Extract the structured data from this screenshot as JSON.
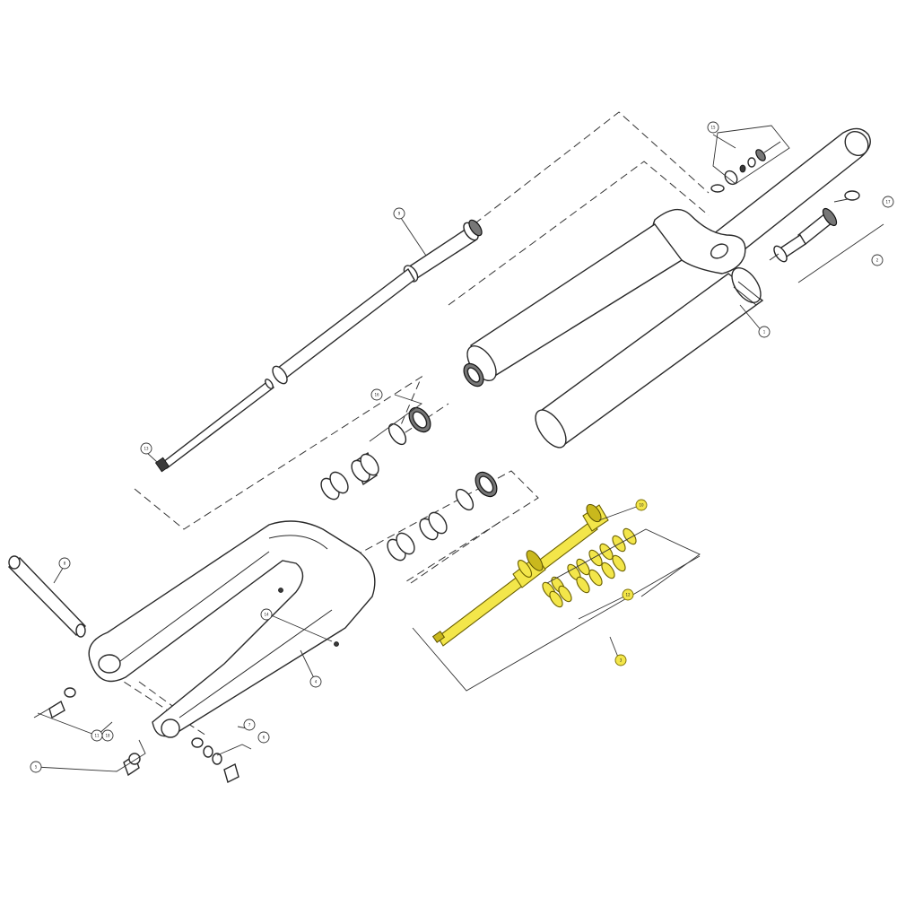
{
  "diagram": {
    "callouts": [
      {
        "id": "c1",
        "label": "1"
      },
      {
        "id": "c2",
        "label": "2"
      },
      {
        "id": "c3",
        "label": "3"
      },
      {
        "id": "c4",
        "label": "4"
      },
      {
        "id": "c5",
        "label": "5"
      },
      {
        "id": "c6",
        "label": "6"
      },
      {
        "id": "c7",
        "label": "7"
      },
      {
        "id": "c8",
        "label": "8"
      },
      {
        "id": "c9",
        "label": "9"
      },
      {
        "id": "c10",
        "label": "10"
      },
      {
        "id": "c11",
        "label": "11"
      },
      {
        "id": "c12",
        "label": "12"
      },
      {
        "id": "c13",
        "label": "13"
      },
      {
        "id": "c14",
        "label": "14"
      },
      {
        "id": "c15",
        "label": "15"
      },
      {
        "id": "c16",
        "label": "16"
      },
      {
        "id": "c17",
        "label": "17"
      },
      {
        "id": "c18",
        "label": "18"
      }
    ],
    "highlight_color": "#f3e64a"
  }
}
